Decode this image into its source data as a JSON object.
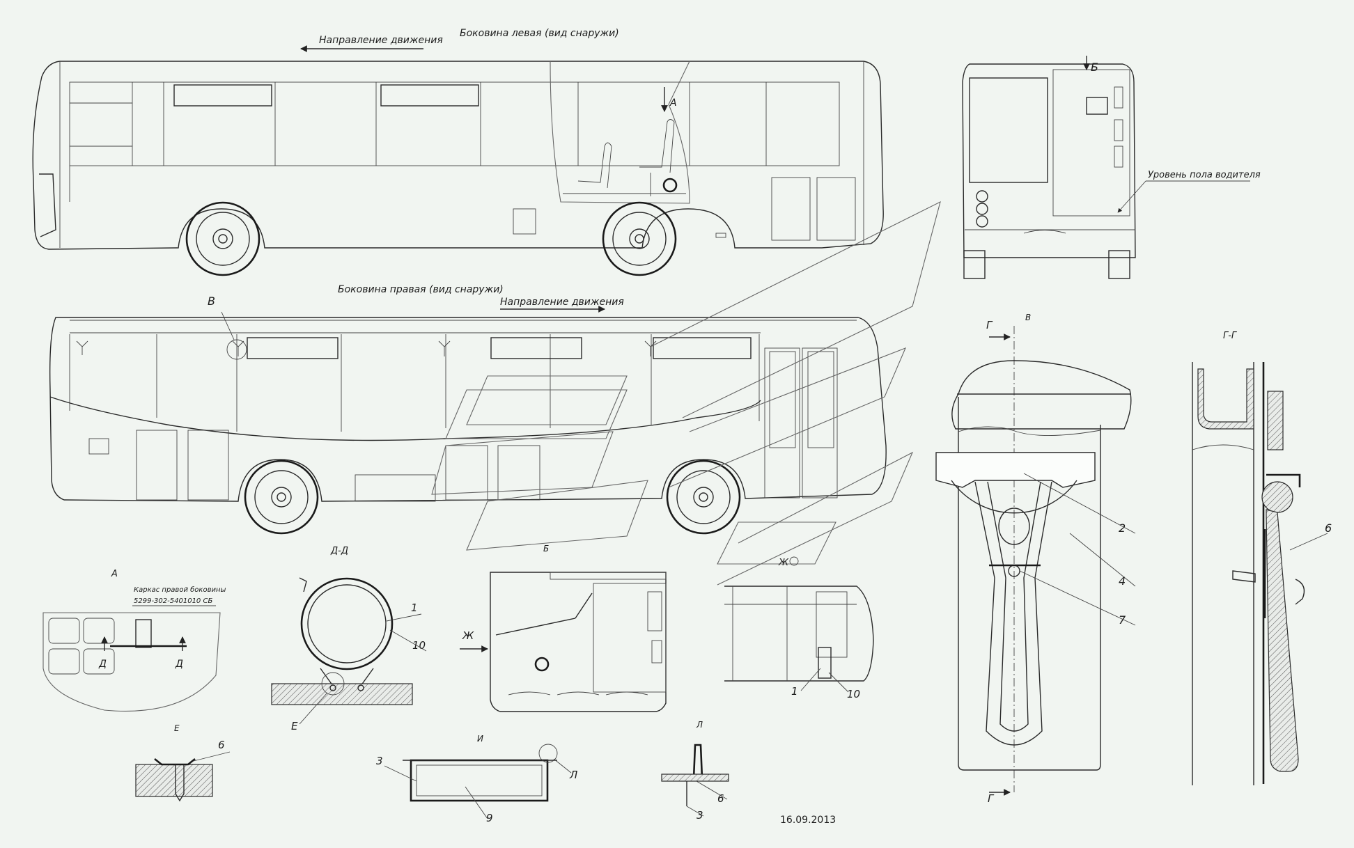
{
  "labels": {
    "direction_left": "Направление движения",
    "left_side_title": "Боковина левая (вид снаружи)",
    "right_side_title": "Боковина правая (вид снаружи)",
    "direction_right": "Направление движения",
    "driver_floor": "Уровень пола водителя",
    "view_a": "А",
    "view_b": "Б",
    "view_v": "В",
    "view_g": "Г",
    "section_gg": "Г-Г",
    "section_dd": "Д-Д",
    "view_d": "Д",
    "view_e": "Е",
    "view_i": "И",
    "view_l": "Л",
    "view_zh": "Ж",
    "frame_note_1": "Каркас правой боковины",
    "frame_note_2": "5299-302-5401010 СБ",
    "date": "16.09.2013"
  },
  "callouts": {
    "n1": "1",
    "n2": "2",
    "n3": "3",
    "n4": "4",
    "n6": "6",
    "n7": "7",
    "n9": "9",
    "n10": "10"
  },
  "colors": {
    "background": "#f1f5f1",
    "line": "#2a2a2a"
  }
}
